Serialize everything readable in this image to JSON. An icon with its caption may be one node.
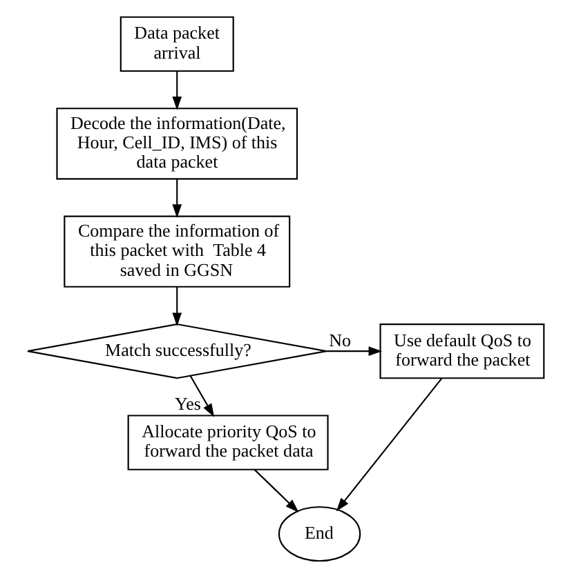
{
  "diagram": {
    "nodes": [
      {
        "text": [
          "Data packet arrival"
        ]
      },
      {
        "text": [
          "Decode the information(Date, Hour, Cell_ID, IMS) of this data packet"
        ]
      },
      {
        "text": [
          "Compare the information of this packet with  Table 4 saved in GGSN"
        ]
      },
      {
        "text": [
          "Match successfully?"
        ]
      },
      {
        "text": [
          "Use default QoS to forward the packet"
        ]
      },
      {
        "text": [
          "Allocate priority QoS to forward the packet data"
        ]
      },
      {
        "text": [
          "End"
        ]
      }
    ],
    "edges": [
      {
        "from": 0,
        "to": 1,
        "arrow": "to"
      },
      {
        "from": 1,
        "to": 2,
        "arrow": "to"
      },
      {
        "from": 2,
        "to": 3,
        "arrow": "to"
      },
      {
        "from": 3,
        "to": 4,
        "arrow": "to",
        "label": "No"
      },
      {
        "from": 3,
        "to": 5,
        "arrow": "to",
        "label": "Yes"
      },
      {
        "from": 5,
        "to": 6,
        "arrow": "to"
      },
      {
        "from": 4,
        "to": 6,
        "arrow": "to"
      }
    ]
  }
}
